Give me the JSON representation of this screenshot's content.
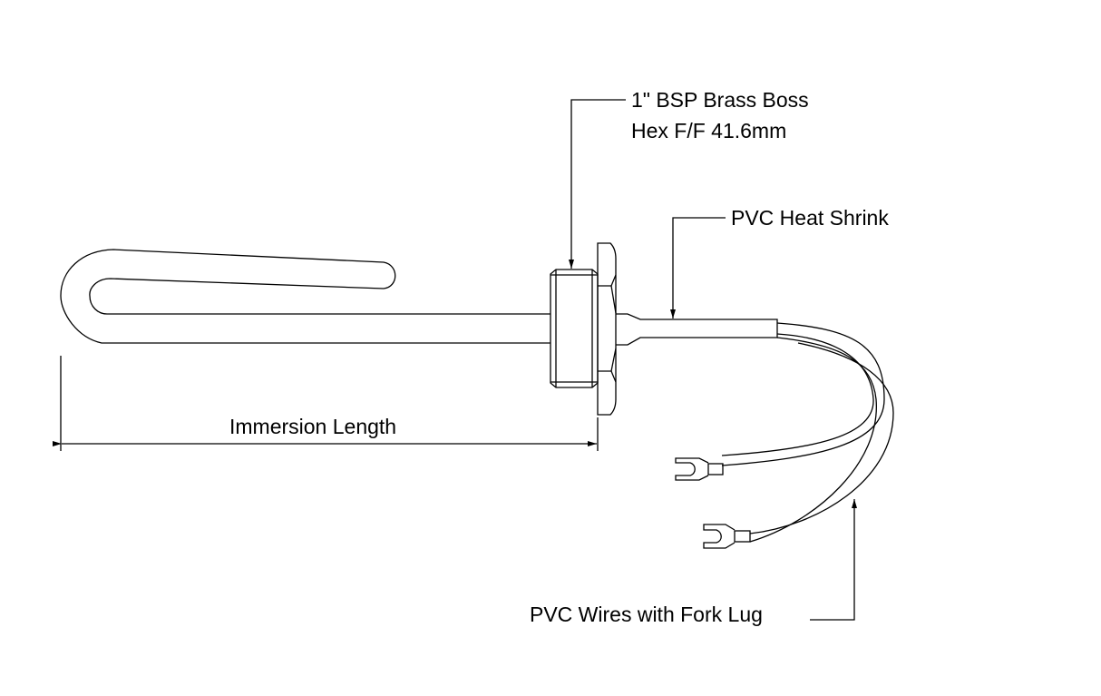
{
  "labels": {
    "boss_line1": "1\" BSP Brass Boss",
    "boss_line2": "Hex F/F 41.6mm",
    "heat_shrink": "PVC Heat Shrink",
    "immersion_length": "Immersion Length",
    "wires": "PVC Wires with Fork Lug"
  },
  "colors": {
    "line": "#000000",
    "background": "#ffffff"
  }
}
